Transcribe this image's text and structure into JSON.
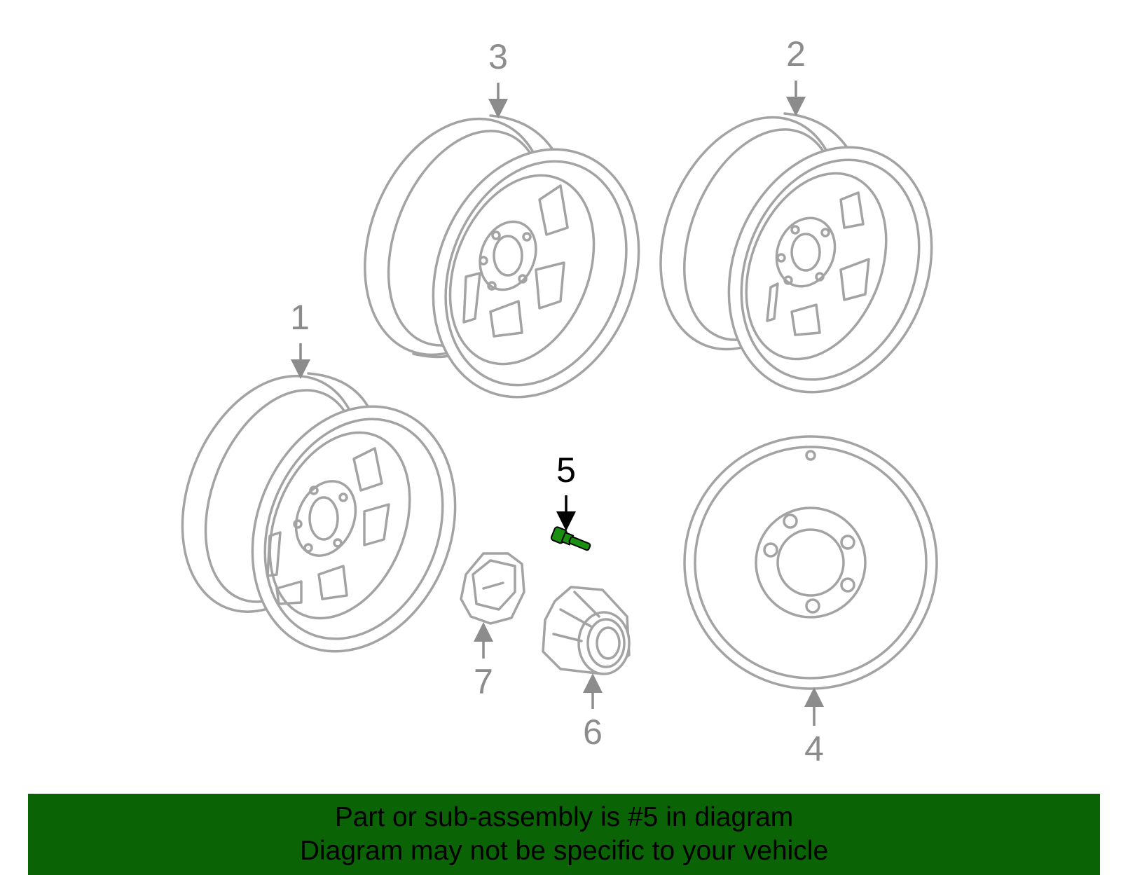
{
  "callouts": [
    {
      "id": "1",
      "label": "1",
      "active": false
    },
    {
      "id": "2",
      "label": "2",
      "active": false
    },
    {
      "id": "3",
      "label": "3",
      "active": false
    },
    {
      "id": "4",
      "label": "4",
      "active": false
    },
    {
      "id": "5",
      "label": "5",
      "active": true
    },
    {
      "id": "6",
      "label": "6",
      "active": false
    },
    {
      "id": "7",
      "label": "7",
      "active": false
    }
  ],
  "colors": {
    "highlight": "#1a8f12",
    "banner": "#0a6305",
    "line": "#a3a3a3"
  },
  "banner": {
    "line1": "Part or sub-assembly is #5 in diagram",
    "line2": "Diagram may not be specific to your vehicle"
  }
}
